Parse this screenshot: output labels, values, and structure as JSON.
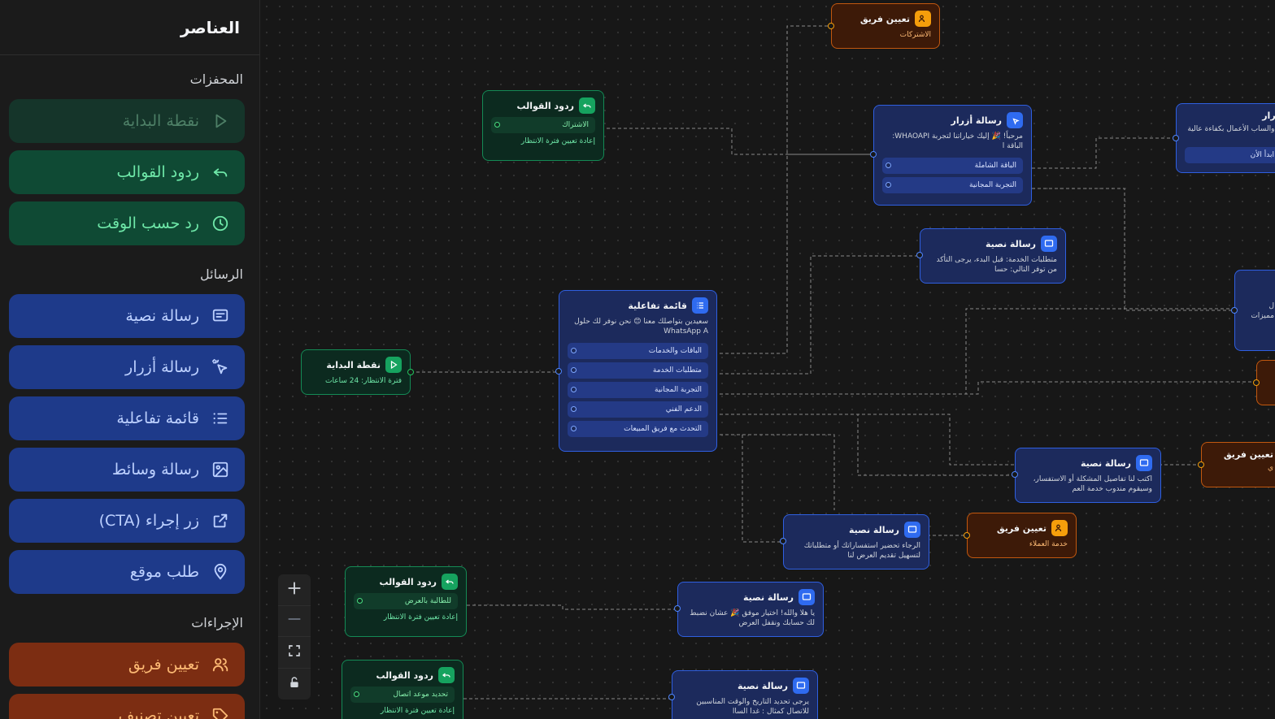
{
  "sidebar": {
    "title": "العناصر",
    "sections": {
      "triggers": "المحفزات",
      "messages": "الرسائل",
      "actions": "الإجراءات"
    },
    "items": {
      "start": "نقطة البداية",
      "template_replies": "ردود القوالب",
      "time_reply": "رد حسب الوقت",
      "text_message": "رسالة نصية",
      "button_message": "رسالة أزرار",
      "interactive_list": "قائمة تفاعلية",
      "media_message": "رسالة وسائط",
      "cta_button": "زر إجراء (CTA)",
      "location_request": "طلب موقع",
      "assign_team": "تعيين فريق",
      "assign_category": "تعيين تصنيف"
    }
  },
  "canvas": {
    "start_node": {
      "title": "نقطة البداية",
      "sub": "فترة الانتظار: 24 ساعات"
    },
    "template1": {
      "title": "ردود القوالب",
      "option": "الاشتراك",
      "reset": "إعادة تعيين فترة الانتظار"
    },
    "template2": {
      "title": "ردود القوالب",
      "option": "للطالبة بالعرض",
      "reset": "إعادة تعيين فترة الانتظار"
    },
    "template3": {
      "title": "ردود القوالب",
      "option": "تحديد موعد اتصال",
      "reset": "إعادة تعيين فترة الانتظار"
    },
    "list_node": {
      "title": "قائمة تفاعلية",
      "body": "سعيدين بتواصلك معنا 😊 نحن نوفر لك حلول WhatsApp A",
      "options": [
        "الباقات والخدمات",
        "متطلبات الخدمة",
        "التجربة المجانية",
        "الدعم الفني",
        "التحدث مع فريق المبيعات"
      ]
    },
    "team_top": {
      "title": "تعيين فريق",
      "sub": "الاشتركات"
    },
    "buttons_node": {
      "title": "رسالة أزرار",
      "body": "مرحباً! 🎉 إليك خياراتنا لتجربة WHAOAPI: الباقة ا",
      "options": [
        "الباقة الشاملة",
        "التجربة المجانية"
      ]
    },
    "buttons_right": {
      "title": "زرار",
      "body": "ة والساب الأعمال بكفاءة عالية م",
      "option": "ابدأ الأن"
    },
    "text_requirements": {
      "title": "رسالة نصية",
      "body": "متطلبات الخدمة: قبل البدء، يرجى التأكد من توفر التالي: حسا"
    },
    "text_support": {
      "title": "رسالة نصية",
      "body": "اكتب لنا تفاصيل المشكلة أو الاستفسار، وسيقوم مندوب خدمة العم"
    },
    "text_sales": {
      "title": "رسالة نصية",
      "body": "الرجاء تحضير استفساراتك أو متطلباتك لتسهيل تقديم العرض لنا"
    },
    "team_customers": {
      "title": "تعيين فريق",
      "sub": "خدمة العملاء"
    },
    "team_right": {
      "title": "تعيين فريق",
      "sub": "ي"
    },
    "right_partial": {
      "body": "ل مميزات"
    },
    "text_offer": {
      "title": "رسالة نصية",
      "body": "يا هلا والله! اختيار موفق 🎉 عشان نضبط لك حسابك ونقفل العرض"
    },
    "text_schedule": {
      "title": "رسالة نصية",
      "body": "يرجى تحديد التاريخ والوقت المناسبين للاتصال كمثال : غدا الساا"
    }
  },
  "controls": {
    "zoom_in": "zoom-in",
    "zoom_out": "zoom-out",
    "fit": "fit-view",
    "lock": "lock"
  },
  "colors": {
    "green": "#16a35f",
    "blue": "#2f6bf0",
    "orange": "#f59e0b"
  }
}
